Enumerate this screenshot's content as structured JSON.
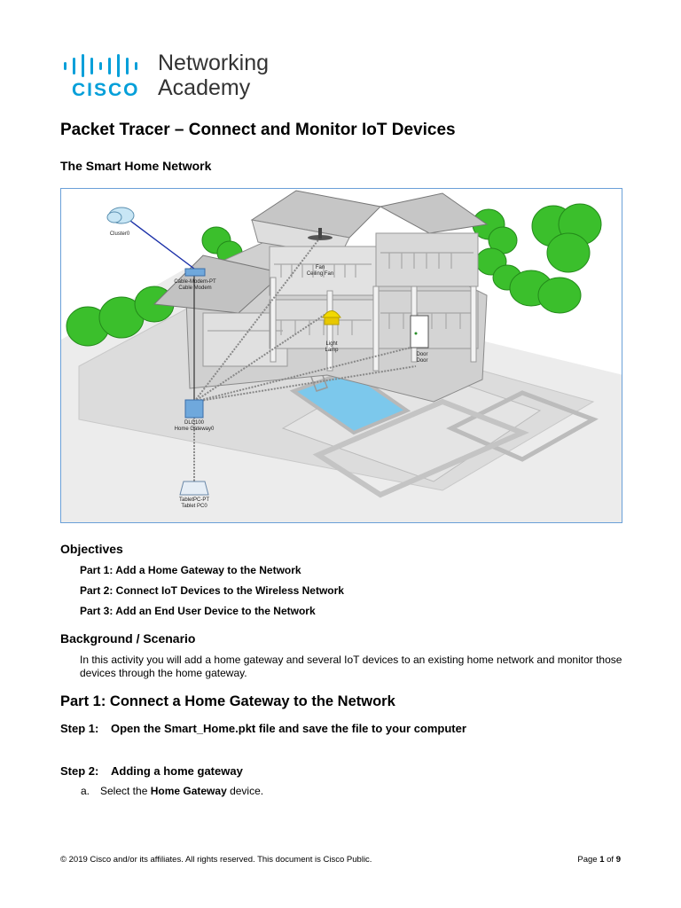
{
  "logo": {
    "brand": "CISCO",
    "product_line1": "Networking",
    "product_line2": "Academy",
    "brand_color": "#049fd9"
  },
  "document": {
    "title": "Packet Tracer – Connect and Monitor IoT Devices",
    "subtitle": "The Smart Home Network"
  },
  "diagram": {
    "labels": {
      "cluster": "Cluster0",
      "cable_modem_type": "Cable-Modem-PT",
      "cable_modem_name": "Cable Modem",
      "fan_type": "Fan",
      "fan_name": "Ceiling Fan",
      "lamp_type": "Light",
      "lamp_name": "Lamp",
      "door_type": "Door",
      "door_name": "Door",
      "gateway_type": "DLC100",
      "gateway_name": "Home Gateway0",
      "tablet_type": "TabletPC-PT",
      "tablet_name": "Tablet PC0"
    }
  },
  "objectives": {
    "heading": "Objectives",
    "items": [
      "Part 1: Add a Home Gateway to the Network",
      "Part 2: Connect IoT Devices to the Wireless Network",
      "Part 3: Add an End User Device to the Network"
    ]
  },
  "background": {
    "heading": "Background / Scenario",
    "text": "In this activity you will add a home gateway and several IoT devices to an existing home network and monitor those devices through the home gateway."
  },
  "part1": {
    "heading": "Part 1:   Connect a Home Gateway to the Network",
    "step1_label": "Step 1:",
    "step1_text": "Open the Smart_Home.pkt file and save the file to your computer",
    "step2_label": "Step 2:",
    "step2_text": "Adding a home gateway",
    "substep_a": {
      "letter": "a.",
      "prefix": "Select the ",
      "bold": "Home Gateway",
      "suffix": " device."
    }
  },
  "footer": {
    "copyright": "© 2019 Cisco and/or its affiliates. All rights reserved. This document is Cisco Public.",
    "page_prefix": "Page ",
    "page_num": "1",
    "page_sep": " of ",
    "page_total": "9"
  }
}
